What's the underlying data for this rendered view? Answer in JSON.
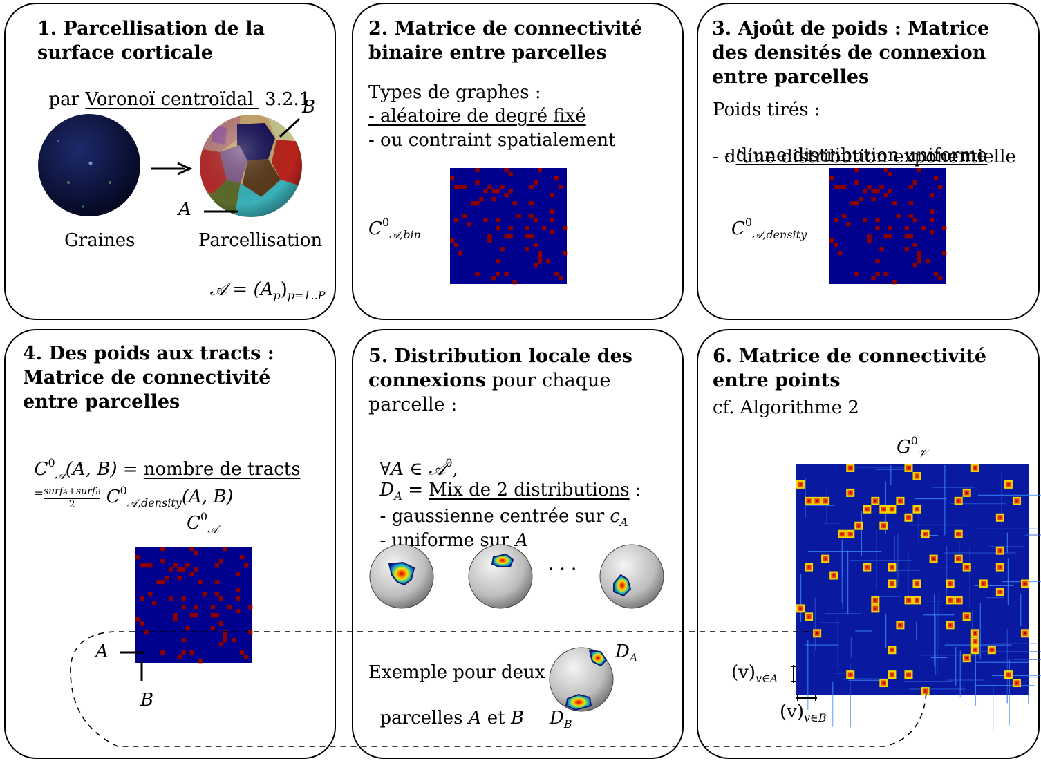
{
  "panel1": {
    "title": "1. Parcellisation de la surface corticale",
    "line1_prefix": "par ",
    "line1_link": "Voronoï centroïdal ",
    "line1_ref": " 3.2.1",
    "label_B": "B",
    "label_A": "A",
    "seeds_caption": "Graines",
    "parcel_caption": "Parcellisation",
    "formula": "𝒜 = (A",
    "formula_sub_p": "p",
    "formula_end": ")",
    "formula_sub_range": "p=1..P"
  },
  "panel2": {
    "title": "2. Matrice de connectivité binaire entre parcelles",
    "graph_types": "Types de graphes :",
    "item1": "- aléatoire de degré fixé",
    "item2": "- ou contraint spatialement",
    "matrix_label": "C",
    "matrix_sup": "0",
    "matrix_sub": "𝒜,bin"
  },
  "panel3": {
    "title": "3. Ajoût de poids : Matrice des densités de connexion entre parcelles",
    "weights": "Poids tirés :",
    "item1_prefix": "- ",
    "item1": "d’une distribution uniforme",
    "item2": "- d’une distribution exponentielle",
    "matrix_label": "C",
    "matrix_sup": "0",
    "matrix_sub": "𝒜,density"
  },
  "panel4": {
    "title": "4. Des poids aux tracts : Matrice de connectivité entre parcelles",
    "eq_lhs": "C",
    "eq_sup": "0",
    "eq_sub": "𝒜",
    "eq_args": "(A, B) = ",
    "eq_rhs": "nombre de tracts",
    "eq2_prefix": "=",
    "eq2_num": "surf",
    "eq2_num_a": "A",
    "eq2_plus": "+surf",
    "eq2_num_b": "B",
    "eq2_den": "2",
    "eq2_c": "C",
    "eq2_sup": "0",
    "eq2_sub": "𝒜,density",
    "eq2_args": "(A, B)",
    "matrix_label": "C",
    "matrix_sup": "0",
    "matrix_sub": "𝒜",
    "label_A": "A",
    "label_B": "B"
  },
  "panel5": {
    "title_bold": "5. Distribution locale des connexions",
    "title_rest": " pour chaque parcelle :",
    "forall": "∀A ∈ 𝒜",
    "forall_sup": "0",
    "forall_end": ",",
    "d_lhs": "D",
    "d_sub": "A",
    "d_eq": " = ",
    "d_rhs": "Mix de 2 distributions",
    "d_end": " :",
    "item1": "- gaussienne centrée sur ",
    "item1_var": "c",
    "item1_sub": "A",
    "item2": "- uniforme sur ",
    "item2_var": "A",
    "ellipsis": ". . .",
    "example1": "Exemple pour deux",
    "example2": "parcelles ",
    "example_A": "A",
    "example_et": " et ",
    "example_B": "B",
    "label_DA": "D",
    "label_DA_sub": "A",
    "label_DB": "D",
    "label_DB_sub": "B"
  },
  "panel6": {
    "title": "6. Matrice de connectivité entre points",
    "ref": "cf. Algorithme 2",
    "matrix_label": "G",
    "matrix_sup": "0",
    "matrix_sub": "𝒱",
    "va_label": "(v)",
    "va_sub": "v∈A",
    "vb_label": "(v)",
    "vb_sub": "v∈B"
  }
}
